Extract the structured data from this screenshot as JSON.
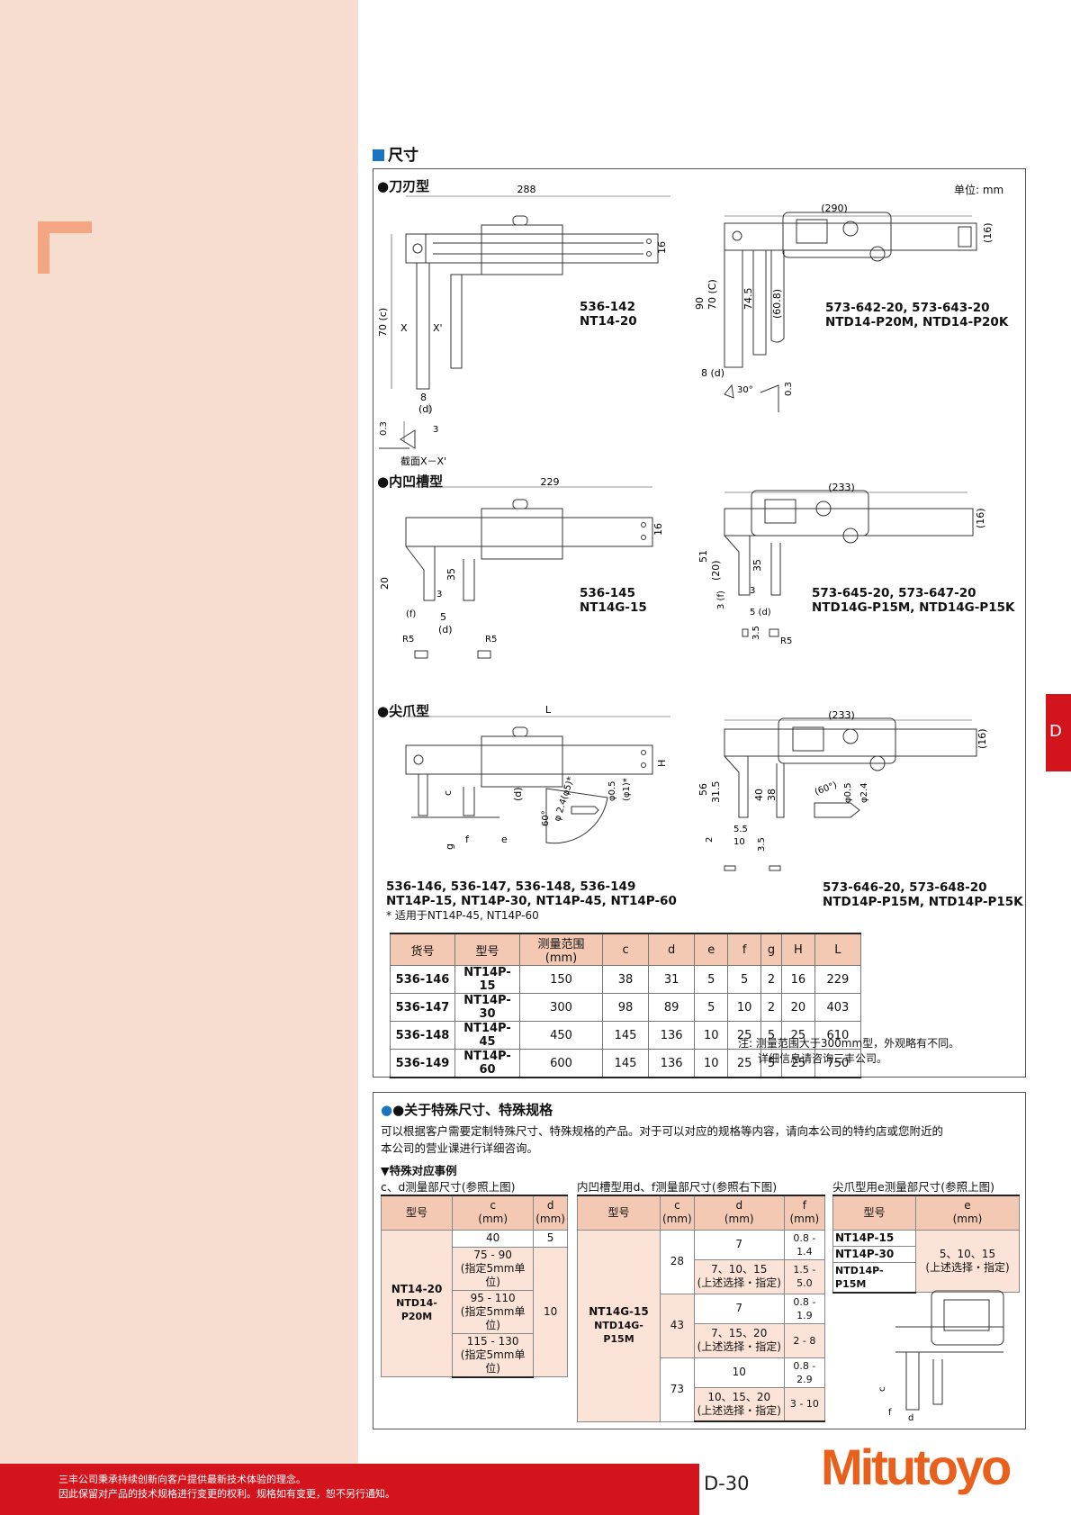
{
  "sidebar": {
    "tab": "D"
  },
  "section": {
    "title": "尺寸",
    "unit": "单位: mm"
  },
  "knife": {
    "title": "●刀刃型",
    "dim_288": "288",
    "dim_290": "(290)",
    "dim_16": "16",
    "dim_16p": "(16)",
    "dim_70c": "70 (c)",
    "dim_90": "90",
    "dim_70c2": "70 (C)",
    "dim_745": "74.5",
    "dim_608": "(60.8)",
    "dim_8": "8",
    "dim_d": "(d)",
    "dim_8d": "8 (d)",
    "dim_03": "0.3",
    "dim_3": "3",
    "dim_30": "30°",
    "x": "X",
    "xp": "X'",
    "section": "截面X－X'",
    "analog": [
      "536-142",
      "NT14-20"
    ],
    "digital": [
      "573-642-20, 573-643-20",
      "NTD14-P20M, NTD14-P20K"
    ]
  },
  "groove": {
    "title": "●内凹槽型",
    "dim_229": "229",
    "dim_233": "(233)",
    "dim_16": "16",
    "dim_16p": "(16)",
    "dim_20": "20",
    "dim_3": "3",
    "dim_35": "35",
    "dim_f": "(f)",
    "dim_5": "5",
    "dim_d": "(d)",
    "dim_r5": "R5",
    "dim_51": "51",
    "dim_20p": "(20)",
    "dim_3f": "3 (f)",
    "dim_5d": "5 (d)",
    "dim_35b": "3.5",
    "analog": [
      "536-145",
      "NT14G-15"
    ],
    "digital": [
      "573-645-20, 573-647-20",
      "NTD14G-P15M, NTD14G-P15K"
    ]
  },
  "point": {
    "title": "●尖爪型",
    "dim_L": "L",
    "dim_233": "(233)",
    "dim_H": "H",
    "dim_16p": "(16)",
    "dim_c": "c",
    "dim_d": "(d)",
    "dim_60": "60°",
    "dim_phi24": "φ 2.4(φ5)*",
    "dim_phi05": "φ0.5",
    "dim_phi1": "(φ1)*",
    "dim_g": "g",
    "dim_f": "f",
    "dim_e": "e",
    "dim_56": "56",
    "dim_315": "31.5",
    "dim_40": "40",
    "dim_38": "38",
    "dim_2": "2",
    "dim_55": "5.5",
    "dim_10": "10",
    "dim_35": "3.5",
    "dim_60p": "(60°)",
    "dim_phi24b": "φ2.4",
    "analog": [
      "536-146, 536-147, 536-148, 536-149",
      "NT14P-15, NT14P-30, NT14P-45, NT14P-60"
    ],
    "note": "* 适用于NT14P-45, NT14P-60",
    "digital": [
      "573-646-20, 573-648-20",
      "NTD14P-P15M, NTD14P-P15K"
    ]
  },
  "spec_table": {
    "headers": [
      "货号",
      "型号",
      "测量范围(mm)",
      "c",
      "d",
      "e",
      "f",
      "g",
      "H",
      "L"
    ],
    "rows": [
      [
        "536-146",
        "NT14P-15",
        "150",
        "38",
        "31",
        "5",
        "5",
        "2",
        "16",
        "229"
      ],
      [
        "536-147",
        "NT14P-30",
        "300",
        "98",
        "89",
        "5",
        "10",
        "2",
        "20",
        "403"
      ],
      [
        "536-148",
        "NT14P-45",
        "450",
        "145",
        "136",
        "10",
        "25",
        "5",
        "25",
        "610"
      ],
      [
        "536-149",
        "NT14P-60",
        "600",
        "145",
        "136",
        "10",
        "25",
        "5",
        "25",
        "750"
      ]
    ]
  },
  "notes": [
    "注: 测量范围大于300mm型，外观略有不同。",
    "详细信息请咨询三丰公司。"
  ],
  "special": {
    "title": "●关于特殊尺寸、特殊规格",
    "text": [
      "可以根据客户需要定制特殊尺寸、特殊规格的产品。对于可以对应的规格等内容，请向本公司的特约店或您附近的",
      "本公司的营业课进行详细咨询。"
    ],
    "subtitle": "▼特殊对应事例",
    "t1_caption": "c、d测量部尺寸(参照上图)",
    "t2_caption": "内凹槽型用d、f测量部尺寸(参照右下图)",
    "t3_caption": "尖爪型用e测量部尺寸(参照上图)",
    "t1": {
      "h_model": "型号",
      "h_c": "c",
      "h_d": "d",
      "unit": "(mm)",
      "model1": "NT14-20",
      "model2": "NTD14-P20M",
      "r1c": "40",
      "r1d": "5",
      "r2c": "75 - 90",
      "r3c": "95 - 110",
      "r4c": "115 - 130",
      "spec": "(指定5mm单位)",
      "d2": "10"
    },
    "t2": {
      "h_model": "型号",
      "h_c": "c",
      "h_d": "d",
      "h_f": "f",
      "unit": "(mm)",
      "model1": "NT14G-15",
      "model2": "NTD14G-P15M",
      "c1": "28",
      "c2": "43",
      "c3": "73",
      "d1": "7",
      "d2": "7、10、15",
      "d3": "7",
      "d4": "7、15、20",
      "d5": "10",
      "d6": "10、15、20",
      "sel": "(上述选择・指定)",
      "f1": "0.8 - 1.4",
      "f2": "1.5 - 5.0",
      "f3": "0.8 - 1.9",
      "f4": "2 - 8",
      "f5": "0.8 - 2.9",
      "f6": "3 - 10"
    },
    "t3": {
      "h_model": "型号",
      "h_e": "e",
      "unit": "(mm)",
      "m1": "NT14P-15",
      "m2": "NT14P-30",
      "m3": "NTD14P-P15M",
      "e": "5、10、15",
      "sel": "(上述选择・指定)"
    },
    "fig": {
      "c": "c",
      "f": "f",
      "d": "d"
    }
  },
  "footer": {
    "line1": "三丰公司秉承持续创新向客户提供最新技术体验的理念。",
    "line2": "因此保留对产品的技术规格进行变更的权利。规格如有变更，恕不另行通知。"
  },
  "page_number": "D-30",
  "logo": "Mitutoyo"
}
